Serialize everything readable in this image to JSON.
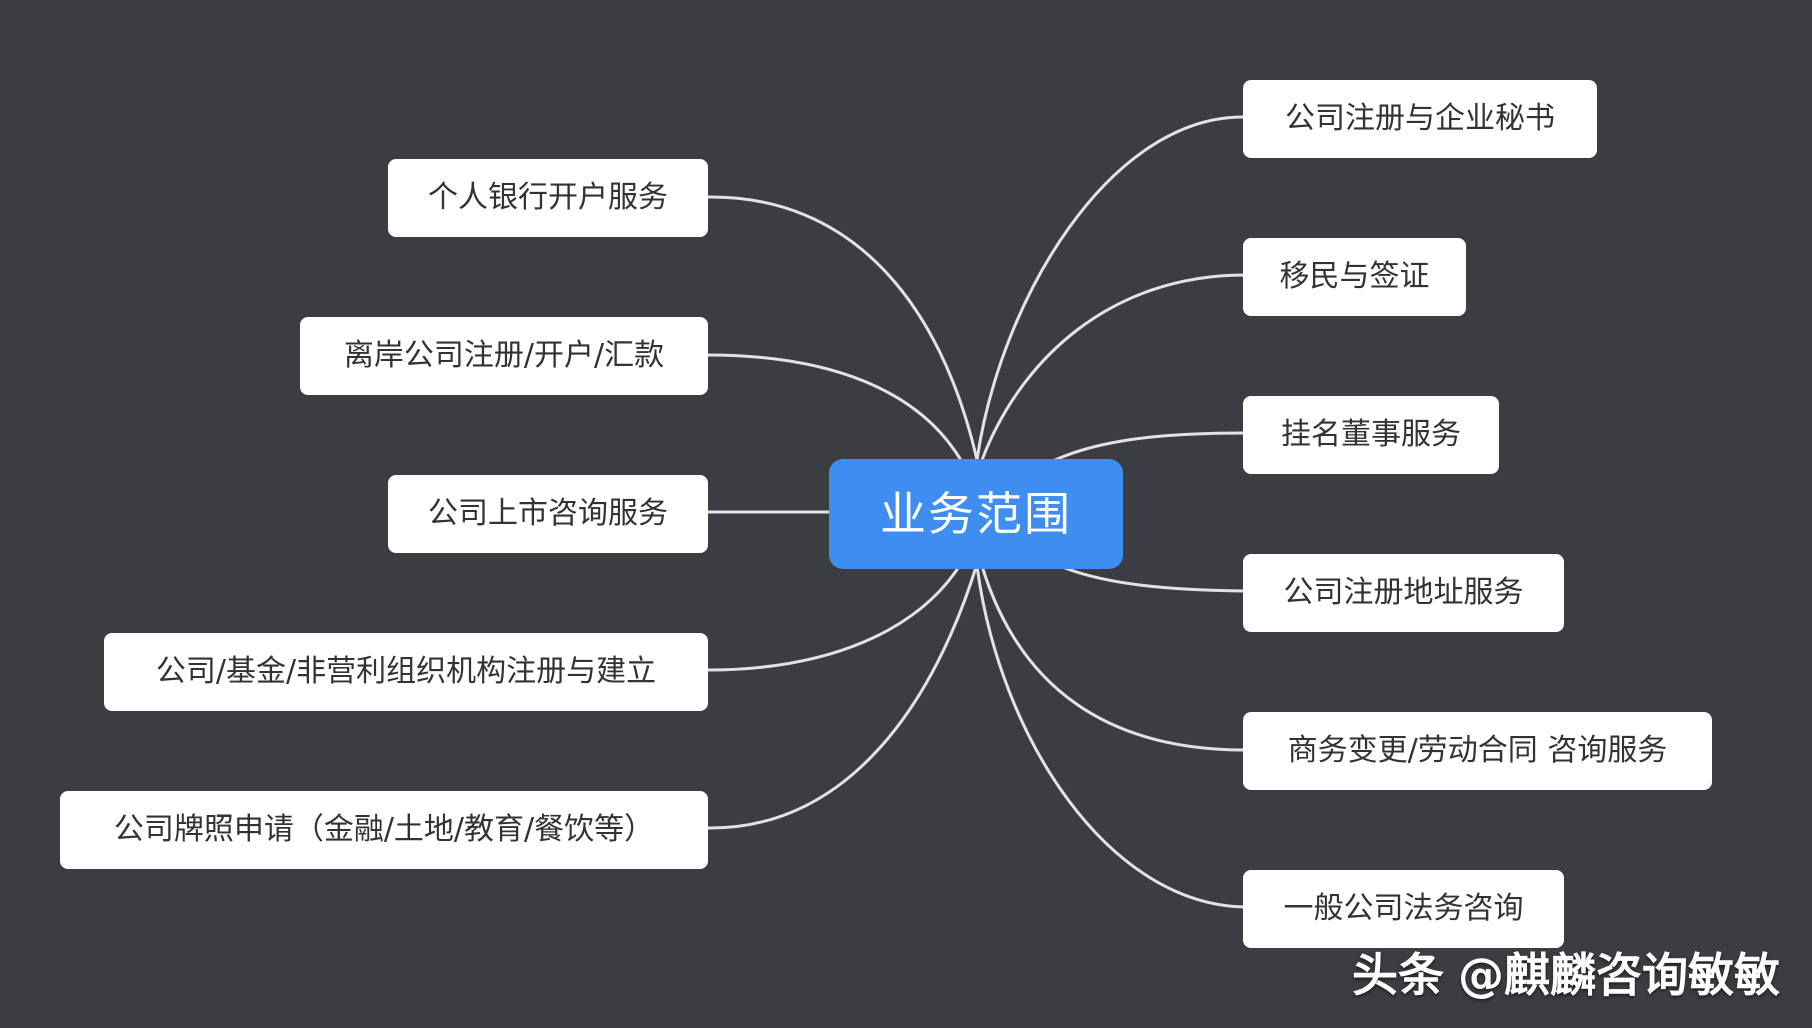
{
  "root": {
    "label": "业务范围"
  },
  "left_branches": [
    {
      "label": "个人银行开户服务"
    },
    {
      "label": "离岸公司注册/开户/汇款"
    },
    {
      "label": "公司上市咨询服务"
    },
    {
      "label": "公司/基金/非营利组织机构注册与建立"
    },
    {
      "label": "公司牌照申请（金融/土地/教育/餐饮等）"
    }
  ],
  "right_branches": [
    {
      "label": "公司注册与企业秘书"
    },
    {
      "label": "移民与签证"
    },
    {
      "label": "挂名董事服务"
    },
    {
      "label": "公司注册地址服务"
    },
    {
      "label": "商务变更/劳动合同 咨询服务"
    },
    {
      "label": "一般公司法务咨询"
    }
  ],
  "watermark": {
    "brand": "头条",
    "account": "@麒麟咨询敏敏"
  },
  "colors": {
    "background": "#3c3d42",
    "root_fill": "#3d8ef0",
    "node_fill": "#ffffff",
    "connector": "#e3e3e6"
  }
}
